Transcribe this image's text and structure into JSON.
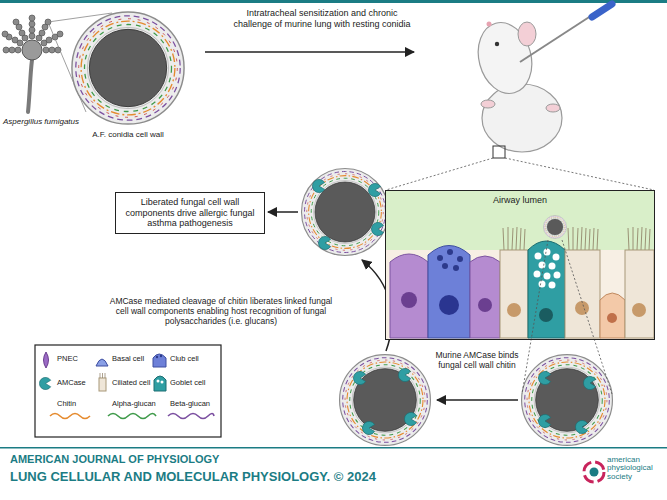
{
  "diagram": {
    "nodes": [
      {
        "text": [
          "Airway lumen"
        ]
      },
      {
        "text": [
          "Liberated fungal cell wall components drive allergic fungal asthma pathogenesis"
        ]
      }
    ],
    "labels": [
      "Aspergillus fumigatus",
      "A.F. conidia cell wall",
      "Intratracheal sensitization and chronic challenge of murine lung with resting conidia",
      "AMCase mediated cleavage of chitin liberates linked fungal cell wall components enabling host recognition of fungal polysaccharides (i.e. glucans)",
      "Murine AMCase binds fungal cell wall chitin",
      "AMERICAN JOURNAL OF PHYSIOLOGY",
      "LUNG CELLULAR AND MOLECULAR PHYSIOLOGY. © 2024",
      "american physiological society"
    ],
    "legend": [
      {
        "text": "PNEC"
      },
      {
        "text": "Basal cell"
      },
      {
        "text": "Club cell"
      },
      {
        "text": "AMCase"
      },
      {
        "text": "Ciliated cell"
      },
      {
        "text": "Goblet cell"
      },
      {
        "text": "Chitin"
      },
      {
        "text": "Alpha-glucan"
      },
      {
        "text": "Beta-glucan"
      }
    ]
  }
}
